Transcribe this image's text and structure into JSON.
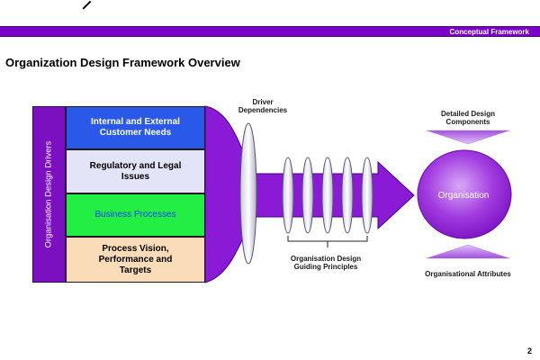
{
  "header": {
    "label": "Conceptual Framework"
  },
  "page": {
    "title": "Organization Design Framework Overview",
    "number": "2"
  },
  "diagram": {
    "drivers_label": "Organisation Design Drivers",
    "drivers": [
      "Internal and External Customer Needs",
      "Regulatory and Legal Issues",
      "Business Processes",
      "Process Vision, Performance and Targets"
    ],
    "driver_dependencies": "Driver Dependencies",
    "guiding_principles": "Organisation Design Guiding Principles",
    "design_components": "Detailed Design Components",
    "organisation": "Organisation",
    "attributes": "Organisational Attributes"
  },
  "colors": {
    "purple": "#7a00c8",
    "blue_box": "#2a58e8",
    "lavender_box": "#e4e4f8",
    "green_box": "#22ee44",
    "peach_box": "#fbdcb8"
  }
}
